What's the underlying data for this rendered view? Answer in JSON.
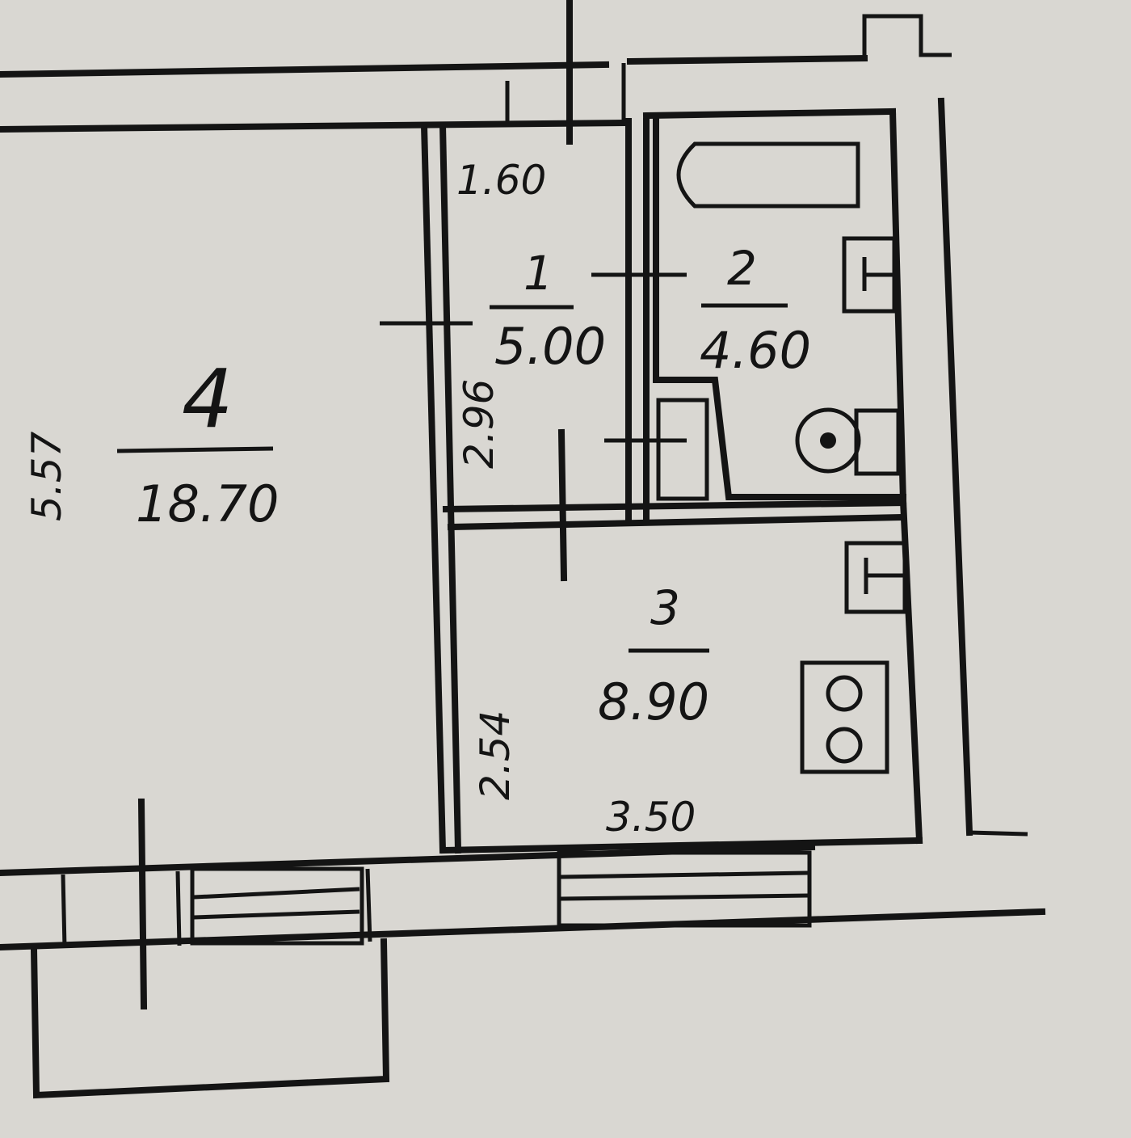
{
  "rooms": [
    {
      "number": "1",
      "area": "5.00"
    },
    {
      "number": "2",
      "area": "4.60"
    },
    {
      "number": "3",
      "area": "8.90"
    },
    {
      "number": "4",
      "area": "18.70"
    }
  ],
  "dimensions": {
    "room1_width": "1.60",
    "room1_length": "2.96",
    "room4_length": "5.57",
    "room3_length": "2.54",
    "room3_width": "3.50"
  },
  "colors": {
    "paper": "#d9d7d2",
    "ink": "#141414"
  }
}
